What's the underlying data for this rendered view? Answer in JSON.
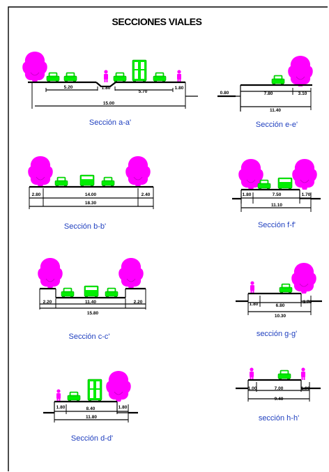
{
  "title": "SECCIONES VIALES",
  "colors": {
    "vegetation": "#ff00ff",
    "vehicle": "#00ee00",
    "caption": "#1f3fbf",
    "line": "#000000"
  },
  "sections": [
    {
      "id": "a",
      "caption": "Sección a-a'",
      "labels": [
        "5.20",
        "1.80",
        "5.70",
        "1.80",
        "15.00"
      ]
    },
    {
      "id": "b",
      "caption": "Sección b-b'",
      "labels": [
        "2.80",
        "14.00",
        "2.40",
        "18.30"
      ]
    },
    {
      "id": "c",
      "caption": "Sección c-c'",
      "labels": [
        "2.20",
        "11.40",
        "2.20",
        "15.80"
      ]
    },
    {
      "id": "d",
      "caption": "Sección d-d'",
      "labels": [
        "1.80",
        "8.40",
        "1.80",
        "11.80"
      ]
    },
    {
      "id": "e",
      "caption": "Sección e-e'",
      "labels": [
        "0.80",
        "7.80",
        "3.10",
        "11.40"
      ]
    },
    {
      "id": "f",
      "caption": "Sección f-f'",
      "labels": [
        "1.80",
        "7.50",
        "1.70",
        "11.10"
      ]
    },
    {
      "id": "g",
      "caption": "sección g-g'",
      "labels": [
        "1.80",
        "6.80",
        "1.70",
        "10.30"
      ]
    },
    {
      "id": "h",
      "caption": "sección h-h'",
      "labels": [
        "1.00",
        "7.00",
        "1.00",
        "9.40"
      ]
    }
  ]
}
